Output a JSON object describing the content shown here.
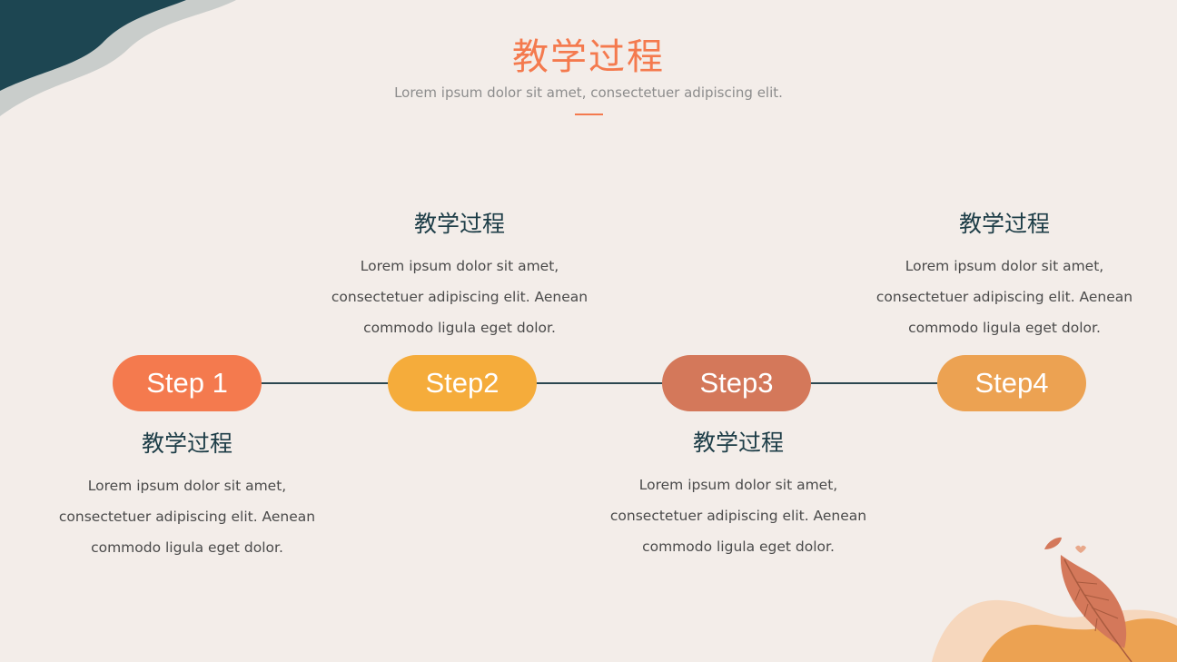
{
  "header": {
    "title": "教学过程",
    "subtitle": "Lorem ipsum dolor sit amet, consectetuer adipiscing elit."
  },
  "colors": {
    "background": "#f3ede9",
    "title": "#f47a4e",
    "dark_teal": "#1d4652",
    "line": "#2b4750",
    "step1": "#f47a4e",
    "step2": "#f5ac3b",
    "step3": "#d4785a",
    "step4": "#eca252"
  },
  "steps": [
    {
      "label": "Step 1",
      "title": "教学过程",
      "desc_lines": [
        "Lorem ipsum dolor sit amet,",
        "consectetuer adipiscing elit. Aenean",
        "commodo ligula eget dolor."
      ]
    },
    {
      "label": "Step2",
      "title": "教学过程",
      "desc_lines": [
        "Lorem ipsum dolor sit amet,",
        "consectetuer adipiscing elit. Aenean",
        "commodo ligula eget dolor."
      ]
    },
    {
      "label": "Step3",
      "title": "教学过程",
      "desc_lines": [
        "Lorem ipsum dolor sit amet,",
        "consectetuer adipiscing elit. Aenean",
        "commodo ligula eget dolor."
      ]
    },
    {
      "label": "Step4",
      "title": "教学过程",
      "desc_lines": [
        "Lorem ipsum dolor sit amet,",
        "consectetuer adipiscing elit. Aenean",
        "commodo ligula eget dolor."
      ]
    }
  ]
}
